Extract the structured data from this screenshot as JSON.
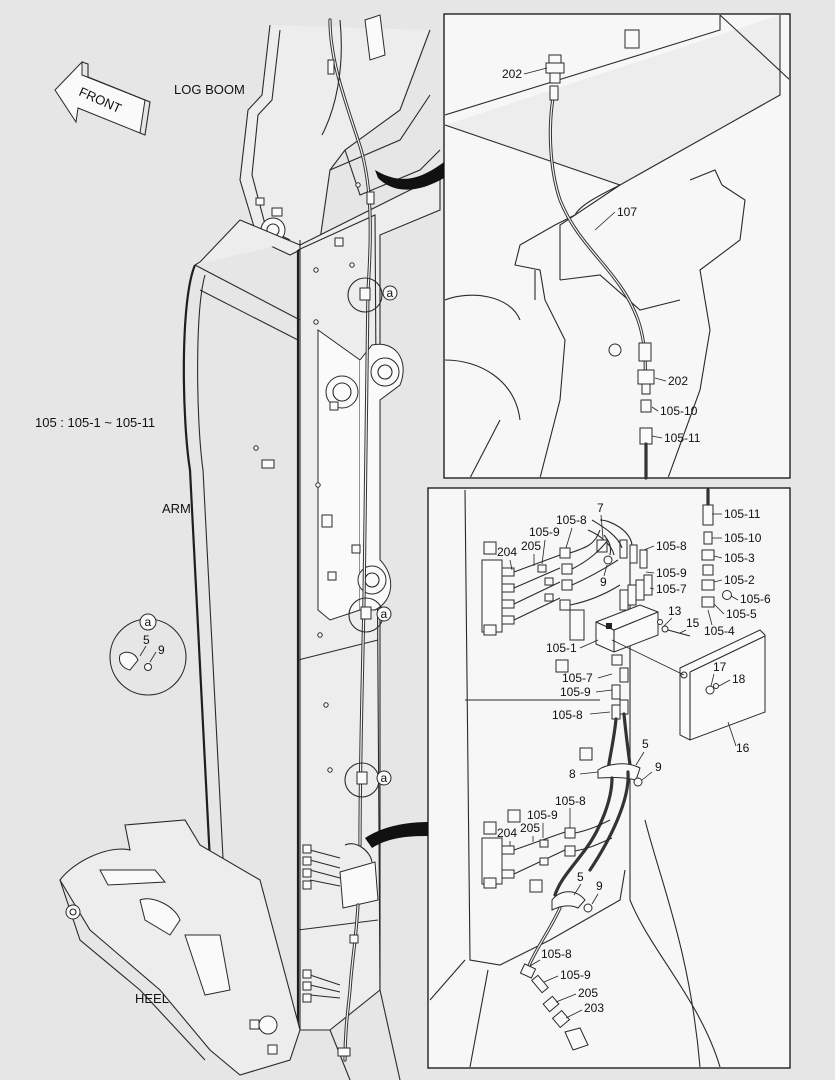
{
  "left_view": {
    "front_label": "FRONT",
    "log_boom_label": "LOG BOOM",
    "arm_label": "ARM",
    "heel_label": "HEEL",
    "legend_note": "105 : 105-1 ~ 105-11",
    "callout_letter": "a",
    "detail_a": {
      "letter": "a",
      "parts": [
        "5",
        "9"
      ]
    }
  },
  "top_right_view": {
    "callouts": [
      "202",
      "107",
      "202",
      "105-10",
      "105-11"
    ]
  },
  "bottom_right_view": {
    "callouts": [
      "105-11",
      "105-10",
      "105-3",
      "105-2",
      "105-6",
      "105-5",
      "105-4",
      "7",
      "105-8",
      "105-9",
      "205",
      "204",
      "105-8",
      "105-9",
      "105-7",
      "9",
      "13",
      "15",
      "105-1",
      "105-7",
      "105-9",
      "105-8",
      "17",
      "18",
      "16",
      "5",
      "9",
      "8",
      "105-8",
      "105-9",
      "205",
      "204",
      "5",
      "9",
      "105-8",
      "105-9",
      "205",
      "203"
    ]
  }
}
